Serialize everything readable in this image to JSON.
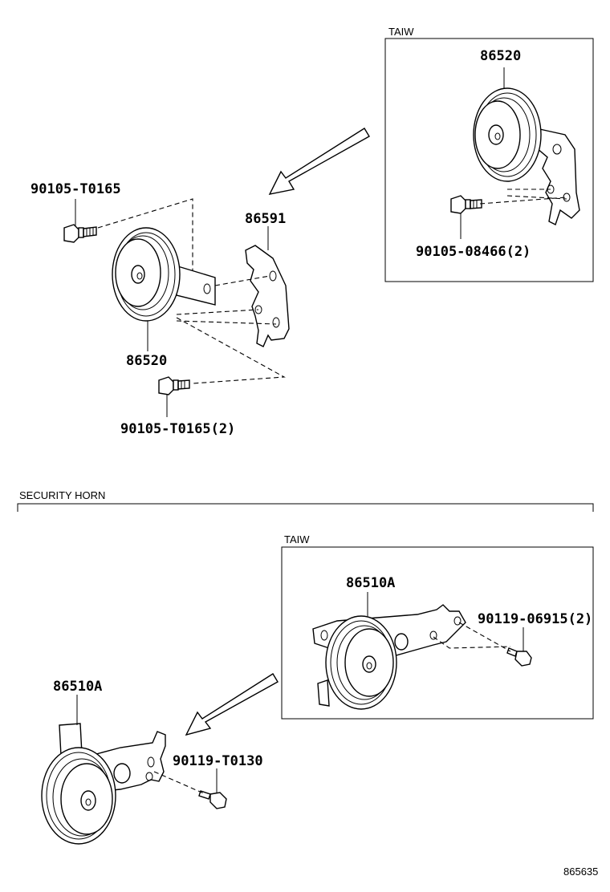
{
  "top_section": {
    "bolt_left_label": "90105-T0165",
    "bracket_label": "86591",
    "horn_label": "86520",
    "bolt_bottom_label": "90105-T0165(2)",
    "inset": {
      "title": "TAIW",
      "horn_label": "86520",
      "bolt_label": "90105-08466(2)"
    }
  },
  "security_section": {
    "title": "SECURITY HORN",
    "horn_label": "86510A",
    "bolt_label": "90119-T0130",
    "inset": {
      "title": "TAIW",
      "horn_label": "86510A",
      "bolt_label": "90119-06915(2)"
    }
  },
  "diagram_code": "865635"
}
